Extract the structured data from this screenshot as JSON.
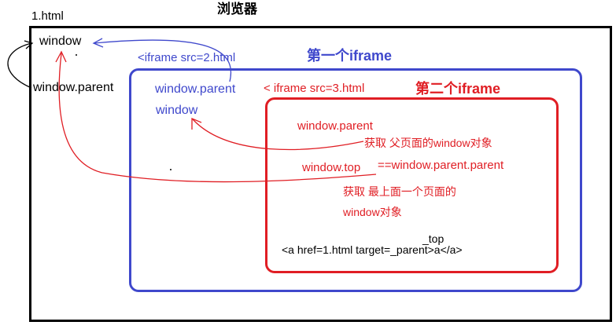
{
  "file_label": "1.html",
  "browser_title": "浏览器",
  "outer": {
    "window": "window",
    "window_parent": "window.parent"
  },
  "iframe1": {
    "title": "第一个iframe",
    "tag": "<iframe src=2.html",
    "window_parent": "window.parent",
    "window": "window"
  },
  "iframe2": {
    "title": "第二个iframe",
    "tag": "< iframe src=3.html",
    "window_parent": "window.parent",
    "note_parent": "获取 父页面的window对象",
    "window_top": "window.top",
    "equals": "==window.parent.parent",
    "note_top_line1": "获取 最上面一个页面的",
    "note_top_line2": "window对象",
    "top_word": "_top",
    "anchor": "<a href=1.html target=_parent>a</a>"
  },
  "colors": {
    "black": "#000000",
    "blue": "#3f48cc",
    "red": "#e01e24"
  }
}
